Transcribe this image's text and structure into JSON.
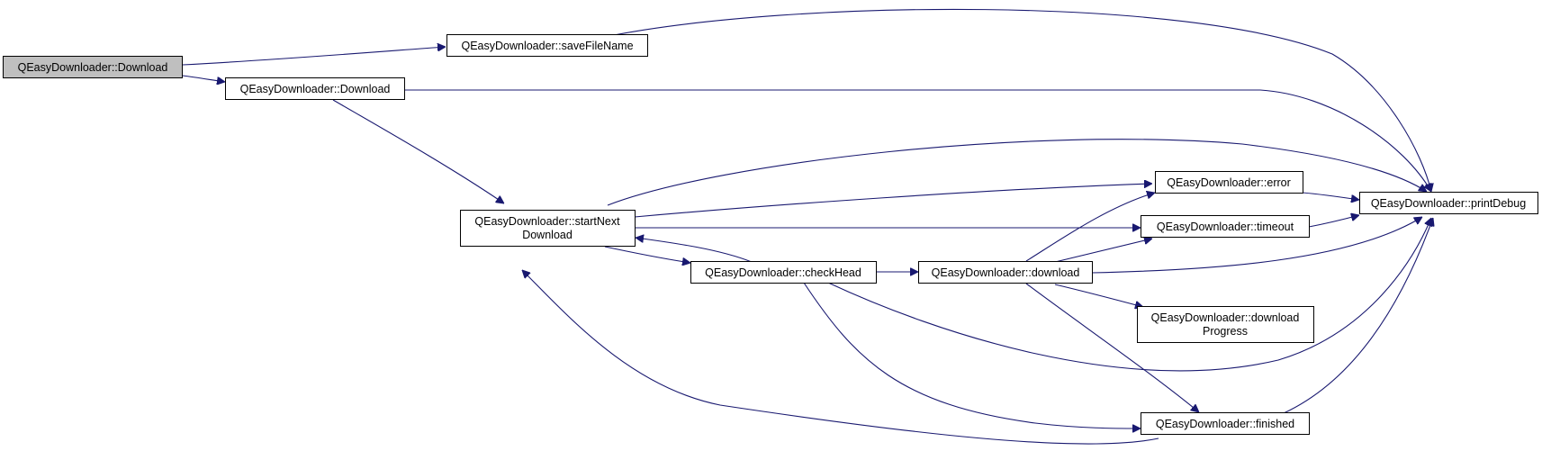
{
  "graph": {
    "colors": {
      "edge": "#191970",
      "root_fill": "#bfbfbf",
      "node_fill": "#ffffff",
      "border": "#000000"
    },
    "nodes": {
      "root": {
        "lines": [
          "QEasyDownloader::Download"
        ]
      },
      "saveFileName": {
        "lines": [
          "QEasyDownloader::saveFileName"
        ]
      },
      "download2": {
        "lines": [
          "QEasyDownloader::Download"
        ]
      },
      "startNext": {
        "lines": [
          "QEasyDownloader::startNext",
          "Download"
        ]
      },
      "checkHead": {
        "lines": [
          "QEasyDownloader::checkHead"
        ]
      },
      "download": {
        "lines": [
          "QEasyDownloader::download"
        ]
      },
      "error": {
        "lines": [
          "QEasyDownloader::error"
        ]
      },
      "timeout": {
        "lines": [
          "QEasyDownloader::timeout"
        ]
      },
      "downloadProgress": {
        "lines": [
          "QEasyDownloader::download",
          "Progress"
        ]
      },
      "finished": {
        "lines": [
          "QEasyDownloader::finished"
        ]
      },
      "printDebug": {
        "lines": [
          "QEasyDownloader::printDebug"
        ]
      }
    },
    "edges": [
      [
        "root",
        "saveFileName"
      ],
      [
        "root",
        "download2"
      ],
      [
        "saveFileName",
        "printDebug"
      ],
      [
        "download2",
        "printDebug"
      ],
      [
        "download2",
        "startNext"
      ],
      [
        "startNext",
        "printDebug"
      ],
      [
        "startNext",
        "error"
      ],
      [
        "startNext",
        "timeout"
      ],
      [
        "startNext",
        "checkHead"
      ],
      [
        "checkHead",
        "startNext"
      ],
      [
        "checkHead",
        "download"
      ],
      [
        "checkHead",
        "printDebug"
      ],
      [
        "checkHead",
        "finished"
      ],
      [
        "download",
        "error"
      ],
      [
        "download",
        "timeout"
      ],
      [
        "download",
        "printDebug"
      ],
      [
        "download",
        "downloadProgress"
      ],
      [
        "download",
        "finished"
      ],
      [
        "error",
        "printDebug"
      ],
      [
        "timeout",
        "printDebug"
      ],
      [
        "finished",
        "printDebug"
      ],
      [
        "finished",
        "startNext"
      ]
    ]
  }
}
